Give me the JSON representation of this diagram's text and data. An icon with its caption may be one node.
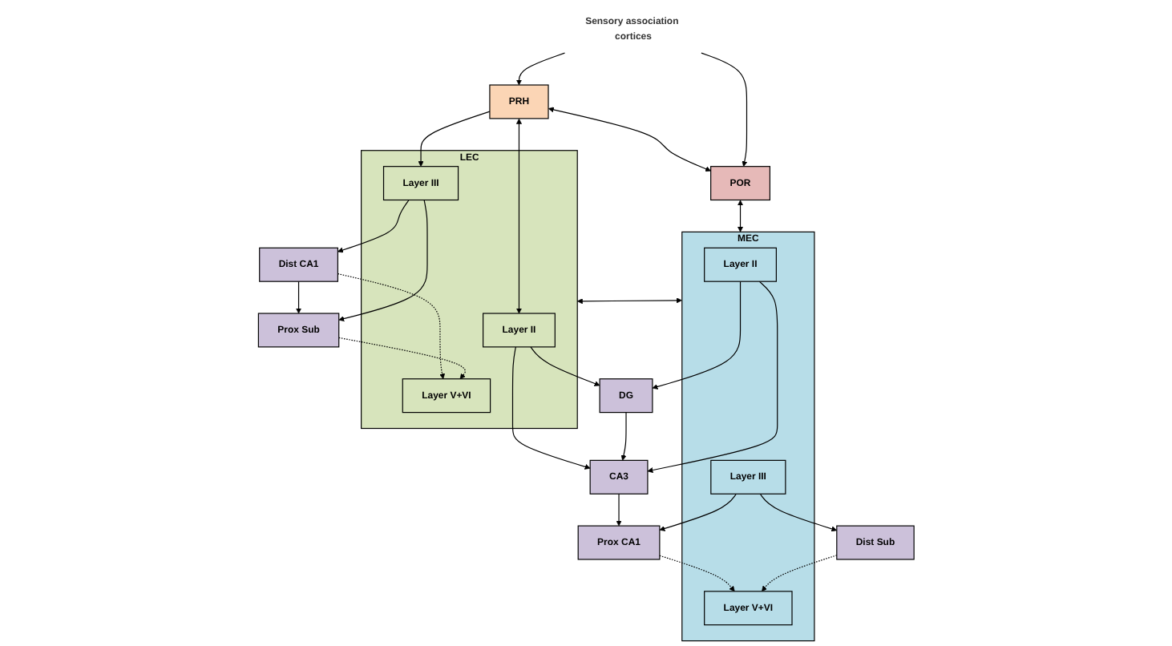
{
  "diagram": {
    "nodes": [
      {
        "text": [
          "PRH"
        ]
      },
      {
        "text": [
          "LEC"
        ]
      },
      {
        "text": [
          "Layer II"
        ],
        "in": 1
      },
      {
        "text": [
          "Layer III"
        ],
        "in": 1
      },
      {
        "text": [
          "Layer V+VI"
        ],
        "in": 1
      },
      {
        "text": [
          "Sensory association cortices"
        ]
      },
      {
        "text": [
          "DG"
        ]
      },
      {
        "text": [
          "CA3"
        ]
      },
      {
        "text": [
          "Prox CA1"
        ]
      },
      {
        "text": [
          "Dist CA1"
        ]
      },
      {
        "text": [
          "Prox Sub"
        ]
      },
      {
        "text": [
          "Dist Sub"
        ]
      },
      {
        "text": [
          "MEC"
        ]
      },
      {
        "text": [
          "Layer II"
        ],
        "in": 12
      },
      {
        "text": [
          "Layer III"
        ],
        "in": 12
      },
      {
        "text": [
          "Layer V+VI"
        ],
        "in": 12
      },
      {
        "text": [
          "POR"
        ]
      }
    ],
    "edges": [
      {
        "from": 0,
        "to": 2,
        "arrow": "both"
      },
      {
        "from": 0,
        "to": 3,
        "arrow": "to"
      },
      {
        "from": 0,
        "to": 16,
        "arrow": "both"
      },
      {
        "from": 5,
        "to": 0,
        "arrow": "to"
      },
      {
        "from": 5,
        "to": 16,
        "arrow": "to"
      },
      {
        "from": 2,
        "to": 6,
        "arrow": "to"
      },
      {
        "from": 2,
        "to": 7,
        "arrow": "to"
      },
      {
        "from": 3,
        "to": 9,
        "arrow": "to"
      },
      {
        "from": 3,
        "to": 10,
        "arrow": "to"
      },
      {
        "from": 9,
        "to": 4,
        "arrow": "to",
        "style": "dashed"
      },
      {
        "from": 10,
        "to": 4,
        "arrow": "to",
        "style": "dashed"
      },
      {
        "from": 6,
        "to": 7,
        "arrow": "to"
      },
      {
        "from": 7,
        "to": 8,
        "arrow": "to"
      },
      {
        "from": 9,
        "to": 10,
        "arrow": "to"
      },
      {
        "from": 13,
        "to": 6,
        "arrow": "to"
      },
      {
        "from": 13,
        "to": 7,
        "arrow": "to"
      },
      {
        "from": 14,
        "to": 8,
        "arrow": "to"
      },
      {
        "from": 14,
        "to": 11,
        "arrow": "to"
      },
      {
        "from": 8,
        "to": 15,
        "arrow": "to",
        "style": "dashed"
      },
      {
        "from": 11,
        "to": 15,
        "arrow": "to",
        "style": "dashed"
      },
      {
        "from": 16,
        "to": 12,
        "arrow": "both"
      },
      {
        "from": 12,
        "to": 1,
        "arrow": "both"
      }
    ]
  }
}
